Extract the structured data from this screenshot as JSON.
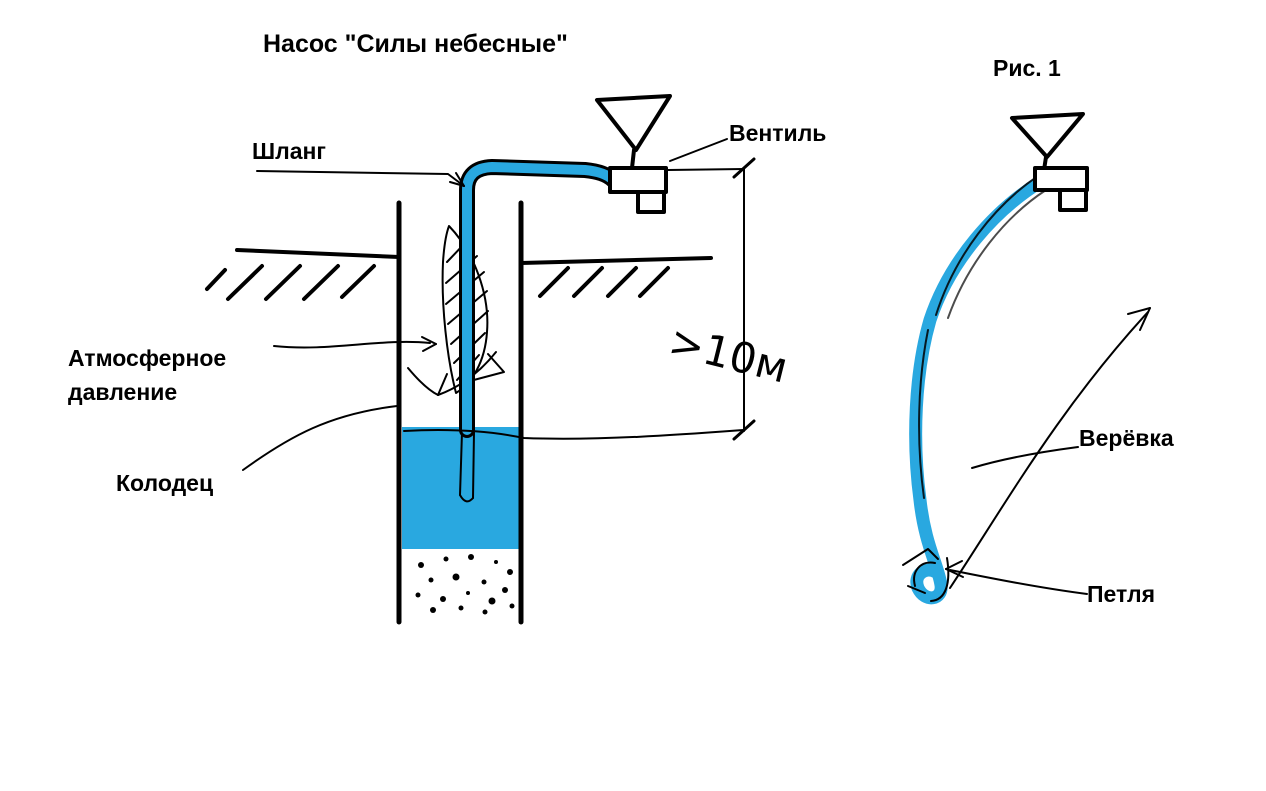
{
  "title": "Насос \"Силы небесные\"",
  "diagram": {
    "labels": {
      "hose": "Шланг",
      "valve": "Вентиль",
      "atmospheric_line1": "Атмосферное",
      "atmospheric_line2": "давление",
      "well": "Колодец",
      "depth": ">10м"
    }
  },
  "figure1": {
    "caption": "Рис. 1",
    "labels": {
      "rope": "Верёвка",
      "loop": "Петля"
    }
  },
  "colors": {
    "water": "#29a8e0",
    "ink": "#000000",
    "background": "#ffffff"
  }
}
